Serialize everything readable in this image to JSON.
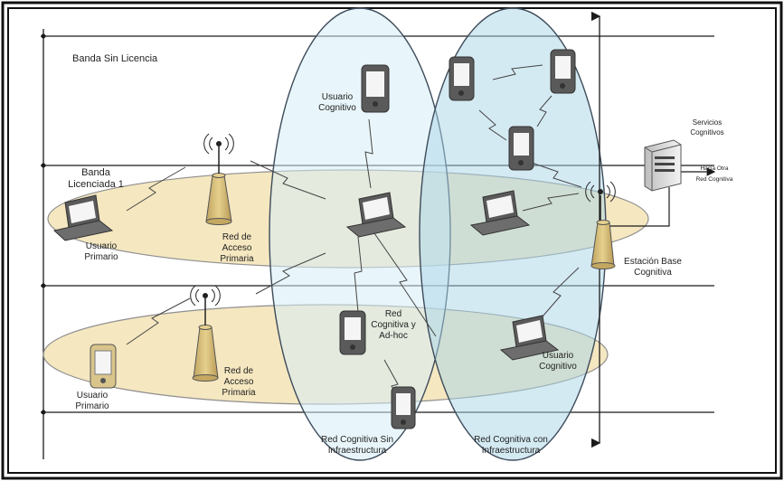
{
  "bands": {
    "unlicensed": "Banda Sin Licencia",
    "licensed_1": [
      "Banda",
      "Licenciada 1"
    ]
  },
  "primary_network_1": {
    "user_label": [
      "Usuario",
      "Primario"
    ],
    "access_label": [
      "Red de",
      "Acceso",
      "Primaria"
    ]
  },
  "primary_network_2": {
    "user_label": [
      "Usuario",
      "Primario"
    ],
    "access_label": [
      "Red de",
      "Acceso",
      "Primaria"
    ]
  },
  "cognitive_networks": {
    "without_infrastructure": [
      "Red Cognitiva Sin",
      "Infraestructura"
    ],
    "with_infrastructure": [
      "Red Cognitiva con",
      "Infraestructura"
    ],
    "adhoc": [
      "Red",
      "Cognitiva y",
      "Ad-hoc"
    ]
  },
  "cognitive_users": {
    "user_top": [
      "Usuario",
      "Cognitivo"
    ],
    "user_bottom": [
      "Usuario",
      "Cognitivo"
    ]
  },
  "base_station": {
    "label": [
      "Estación Base",
      "Cognitiva"
    ]
  },
  "services": {
    "label": [
      "Servicios",
      "Cognitivos"
    ],
    "link": [
      "Hacia Otra",
      "Red Cognitiva"
    ]
  },
  "colors": {
    "band_fill": "#f3e3b5",
    "band_stroke": "#8f8f8f",
    "ellipse_left": "#d5ecf5",
    "ellipse_right": "#a9d6e8",
    "ellipse_stroke": "#3d4b5a",
    "line": "#1b1b1b",
    "device": "#5a5a5a",
    "tower": "#d4b972"
  }
}
